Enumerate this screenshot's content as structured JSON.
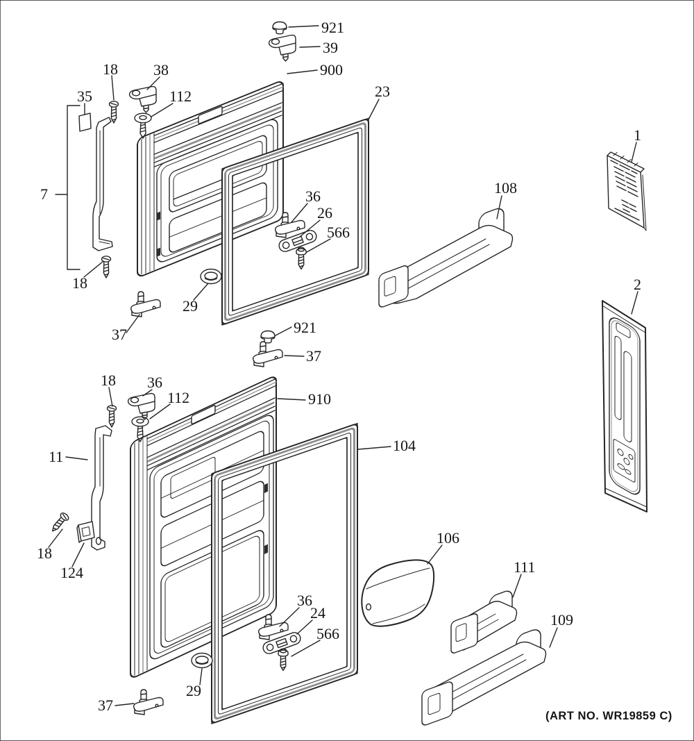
{
  "callouts": {
    "fz_cap": "921",
    "fz_hinge_39": "39",
    "fz_door": "900",
    "fz_gasket": "23",
    "fz_screw_top": "18",
    "fz_label_35": "35",
    "fz_bracket_38": "38",
    "fz_pin_112": "112",
    "fz_trim_group": "7",
    "fz_screw_bot": "18",
    "fz_hinge_37": "37",
    "fz_grommet": "29",
    "fz_pin_36": "36",
    "fz_link_26": "26",
    "fz_screw_566": "566",
    "shelf_108": "108",
    "lit_1": "1",
    "kit_2": "2",
    "ff_cap": "921",
    "ff_hinge_37_top": "37",
    "ff_door": "910",
    "ff_screw_top": "18",
    "ff_bracket_36": "36",
    "ff_pin_112": "112",
    "ff_gasket": "104",
    "ff_trim_11": "11",
    "ff_screw_mid": "18",
    "ff_clip_124": "124",
    "ff_dairy_106": "106",
    "ff_shelf_111": "111",
    "ff_shelf_109": "109",
    "ff_pin_36": "36",
    "ff_link_24": "24",
    "ff_screw_566": "566",
    "ff_grommet": "29",
    "ff_hinge_37_bot": "37"
  },
  "footer": {
    "art_no": "(ART NO. WR19859 C)"
  },
  "colors": {
    "ink": "#242424",
    "shade": "#8f8f8f",
    "background": "#ffffff"
  }
}
